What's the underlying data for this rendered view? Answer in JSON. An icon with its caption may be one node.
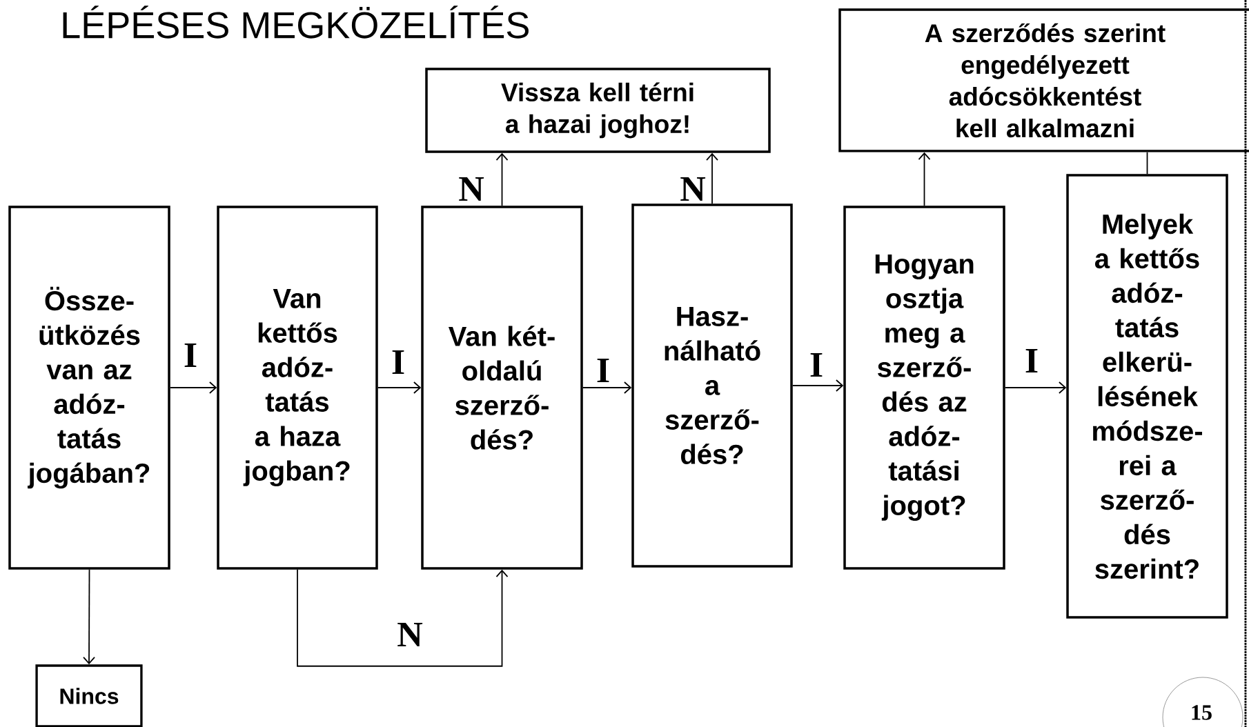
{
  "diagram": {
    "title": "LÉPÉSES MEGKÖZELÍTÉS",
    "nodes": [
      {
        "text": [
          "Össze- ütközés van az adóz- tatás jogában?"
        ]
      },
      {
        "text": [
          "Van kettős adóz- tatás a haza jogban?"
        ]
      },
      {
        "text": [
          "Van két- oldalú szerző- dés?"
        ]
      },
      {
        "text": [
          "Hasz- nálható a szerző- dés?"
        ]
      },
      {
        "text": [
          "Hogyan osztja meg a szerző- dés az adóz- tatási jogot?"
        ]
      },
      {
        "text": [
          "Melyek a kettős adóz- tatás elkerü- lésének módsze- rei a szerző- dés szerint?"
        ]
      },
      {
        "text": [
          "Vissza kell térni a hazai joghoz!"
        ]
      },
      {
        "text": [
          "A szerződés szerint engedélyezett adócsökkentést kell alkalmazni"
        ]
      },
      {
        "text": [
          "Nincs"
        ]
      }
    ],
    "edges": [
      {
        "from": 0,
        "to": 1,
        "arrow": "to",
        "label": "I"
      },
      {
        "from": 1,
        "to": 2,
        "arrow": "to",
        "label": "I"
      },
      {
        "from": 2,
        "to": 3,
        "arrow": "to",
        "label": "I"
      },
      {
        "from": 3,
        "to": 4,
        "arrow": "to",
        "label": "I"
      },
      {
        "from": 4,
        "to": 5,
        "arrow": "to",
        "label": "I"
      },
      {
        "from": 0,
        "to": 8,
        "arrow": "to"
      },
      {
        "from": 1,
        "to": 2,
        "arrow": "to",
        "label": "N"
      },
      {
        "from": 2,
        "to": 6,
        "arrow": "to",
        "label": "N"
      },
      {
        "from": 3,
        "to": 6,
        "arrow": "to",
        "label": "N"
      },
      {
        "from": 4,
        "to": 7,
        "arrow": "to"
      },
      {
        "from": 5,
        "to": 7,
        "arrow": "none"
      }
    ],
    "labels": [
      "15"
    ]
  }
}
